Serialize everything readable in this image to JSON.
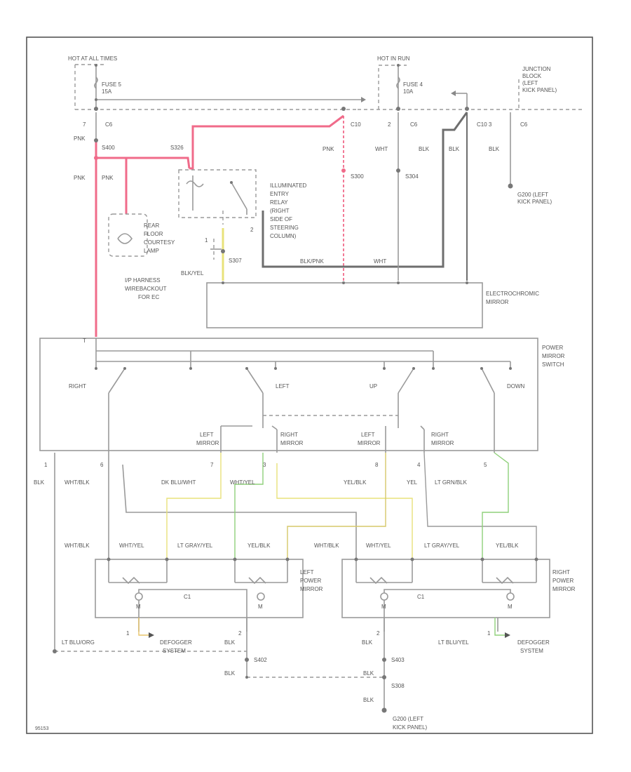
{
  "colors": {
    "pink": "#f06b8a",
    "yellow": "#e8e27a",
    "green": "#8fd07a",
    "dark": "#6e6e6e",
    "wire": "#9a9a9a"
  },
  "labels": {
    "hot_at_all_times": "HOT AT ALL TIMES",
    "fuse5": "FUSE 5",
    "fuse5_amp": "15A",
    "hot_in_run": "HOT IN RUN",
    "fuse4": "FUSE 4",
    "fuse4_amp": "10A",
    "jb1": "JUNCTION",
    "jb2": "BLOCK",
    "jb3": "(LEFT",
    "jb4": "KICK PANEL)",
    "pin7": "7",
    "c6a": "C6",
    "c10": "C10",
    "pin2": "2",
    "c6b": "C6",
    "c10_3": "C10 3",
    "c6c": "C6",
    "pnk1": "PNK",
    "s400": "S400",
    "s326": "S326",
    "pnk2": "PNK",
    "pnk3": "PNK",
    "pnk4": "PNK",
    "wht1": "WHT",
    "blk1": "BLK",
    "blk2": "BLK",
    "blk3": "BLK",
    "s300": "S300",
    "s304": "S304",
    "g200a": "G200 (LEFT",
    "g200b": "KICK PANEL)",
    "ill1": "ILLUMINATED",
    "ill2": "ENTRY",
    "ill3": "RELAY",
    "ill4": "(RIGHT",
    "ill5": "SIDE OF",
    "ill6": "STEERING",
    "ill7": "COLUMN)",
    "relay_pin": "2",
    "rf1": "REAR",
    "rf2": "FLOOR",
    "rf3": "COURTESY",
    "rf4": "LAMP",
    "pin1": "1",
    "s307": "S307",
    "ip1": "I/P HARNESS",
    "ip2": "WIREBACKOUT",
    "ip3": "FOR EC",
    "blk_yel": "BLK/YEL",
    "blk_pnk": "BLK/PNK",
    "wht2": "WHT",
    "ec1": "ELECTROCHROMIC",
    "ec2": "MIRROR",
    "p_t": "T",
    "pms1": "POWER",
    "pms2": "MIRROR",
    "pms3": "SWITCH",
    "sw_right": "RIGHT",
    "sw_left": "LEFT",
    "sw_up": "UP",
    "sw_down": "DOWN",
    "lm1": "LEFT",
    "lm2": "MIRROR",
    "rm1": "RIGHT",
    "rm2": "MIRROR",
    "lm3": "LEFT",
    "lm4": "MIRROR",
    "rm3": "RIGHT",
    "rm4": "MIRROR",
    "n1": "1",
    "n6": "6",
    "n7": "7",
    "n3": "3",
    "n8": "8",
    "n4": "4",
    "n5": "5",
    "blk4": "BLK",
    "wht_blk1": "WHT/BLK",
    "dk_blu_wht": "DK BLU/WHT",
    "wht_yel1": "WHT/YEL",
    "yel_blk1": "YEL/BLK",
    "yel": "YEL",
    "lt_grn_blk": "LT GRN/BLK",
    "wht_blk2": "WHT/BLK",
    "wht_yel2": "WHT/YEL",
    "lt_gry_yel1": "LT GRAY/YEL",
    "yel_blk2": "YEL/BLK",
    "wht_blk3": "WHT/BLK",
    "wht_yel3": "WHT/YEL",
    "lt_gry_yel2": "LT GRAY/YEL",
    "yel_blk3": "YEL/BLK",
    "lpm1": "LEFT",
    "lpm2": "POWER",
    "lpm3": "MIRROR",
    "rpm1": "RIGHT",
    "rpm2": "POWER",
    "rpm3": "MIRROR",
    "m1": "M",
    "m2": "M",
    "m3": "M",
    "m4": "M",
    "c1": "C1",
    "c2": "C1",
    "b1": "1",
    "b2": "2",
    "b3": "2",
    "b4": "1",
    "lt_blu_org": "LT BLU/ORG",
    "lt_blu_yel": "LT BLU/YEL",
    "def1a": "DEFOGGER",
    "def1b": "SYSTEM",
    "def2a": "DEFOGGER",
    "def2b": "SYSTEM",
    "blk5": "BLK",
    "blk6": "BLK",
    "s402": "S402",
    "s403": "S403",
    "blk7": "BLK",
    "blk8": "BLK",
    "s308": "S308",
    "blk9": "BLK",
    "g200c": "G200 (LEFT",
    "g200d": "KICK PANEL)",
    "corner": "95153"
  }
}
